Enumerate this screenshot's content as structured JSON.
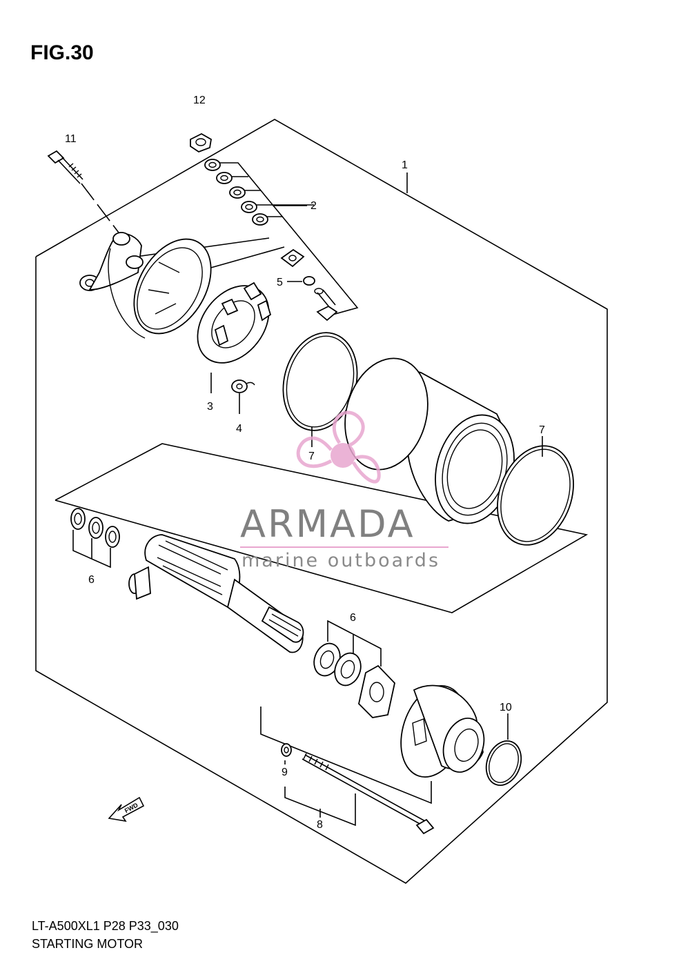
{
  "figure": {
    "title": "FIG.30"
  },
  "callouts": [
    {
      "id": "c1",
      "label": "1"
    },
    {
      "id": "c2",
      "label": "2"
    },
    {
      "id": "c3",
      "label": "3"
    },
    {
      "id": "c4",
      "label": "4"
    },
    {
      "id": "c5",
      "label": "5"
    },
    {
      "id": "c6a",
      "label": "6"
    },
    {
      "id": "c6b",
      "label": "6"
    },
    {
      "id": "c7a",
      "label": "7"
    },
    {
      "id": "c7b",
      "label": "7"
    },
    {
      "id": "c8",
      "label": "8"
    },
    {
      "id": "c9",
      "label": "9"
    },
    {
      "id": "c10",
      "label": "10"
    },
    {
      "id": "c11",
      "label": "11"
    },
    {
      "id": "c12",
      "label": "12"
    }
  ],
  "fwd_badge": "FWD",
  "watermark": {
    "name": "ARMADA",
    "tagline": "marine outboards",
    "color_logo": "#e8a6cf",
    "color_text": "#808080"
  },
  "footer": {
    "code": "LT-A500XL1 P28 P33_030",
    "name": "STARTING MOTOR"
  }
}
